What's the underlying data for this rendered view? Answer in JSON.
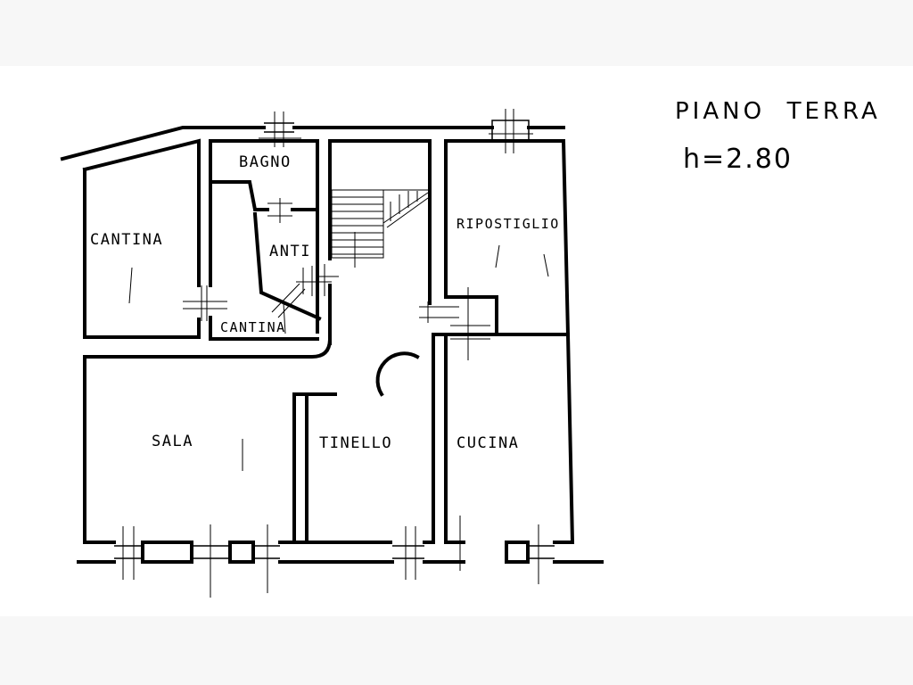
{
  "drawing": {
    "title": "PIANO  TERRA",
    "height_note": "h=2.80"
  },
  "rooms": {
    "bagno": "BAGNO",
    "cantina_left": "CANTINA",
    "anti": "ANTI",
    "cantina_small": "CANTINA",
    "ripostiglio": "RIPOSTIGLIO",
    "sala": "SALA",
    "tinello": "TINELLO",
    "cucina": "CUCINA"
  }
}
